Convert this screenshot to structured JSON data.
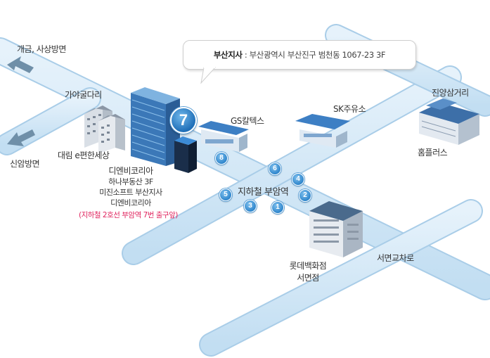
{
  "office_info": {
    "name": "부산지사",
    "separator": " : ",
    "address": "부산광역시 부산진구 범천동 1067-23 3F"
  },
  "directions": {
    "gaegeum": "개금, 사상방면",
    "sinam": "신암방면"
  },
  "places": {
    "gayagul": "가야굴다리",
    "daelim": "대림 e편한세상",
    "gs": "GS칼텍스",
    "sk": "SK주유소",
    "jinyang": "진양삼거리",
    "homeplus": "홈플러스",
    "station": "지하철 부암역",
    "lotte_line1": "롯데백화점",
    "lotte_line2": "서면점",
    "seomyeon": "서면교차로"
  },
  "company": {
    "name": "디엔비코리아",
    "line1": "하나부동산 3F",
    "line2": "미진소프트 부산지사",
    "line3": "디엔비코리아",
    "note": "(지하철 2호선 부암역 7번 출구앞)"
  },
  "exits": {
    "e1": "1",
    "e2": "2",
    "e3": "3",
    "e4": "4",
    "e5": "5",
    "e6": "6",
    "e7": "7",
    "e8": "8"
  },
  "colors": {
    "road": "#cfe5f5",
    "road_edge": "#a9cde8",
    "exit_marker": "#2f86cc",
    "company_name": "#1b5aa0",
    "note": "#e0245e"
  }
}
